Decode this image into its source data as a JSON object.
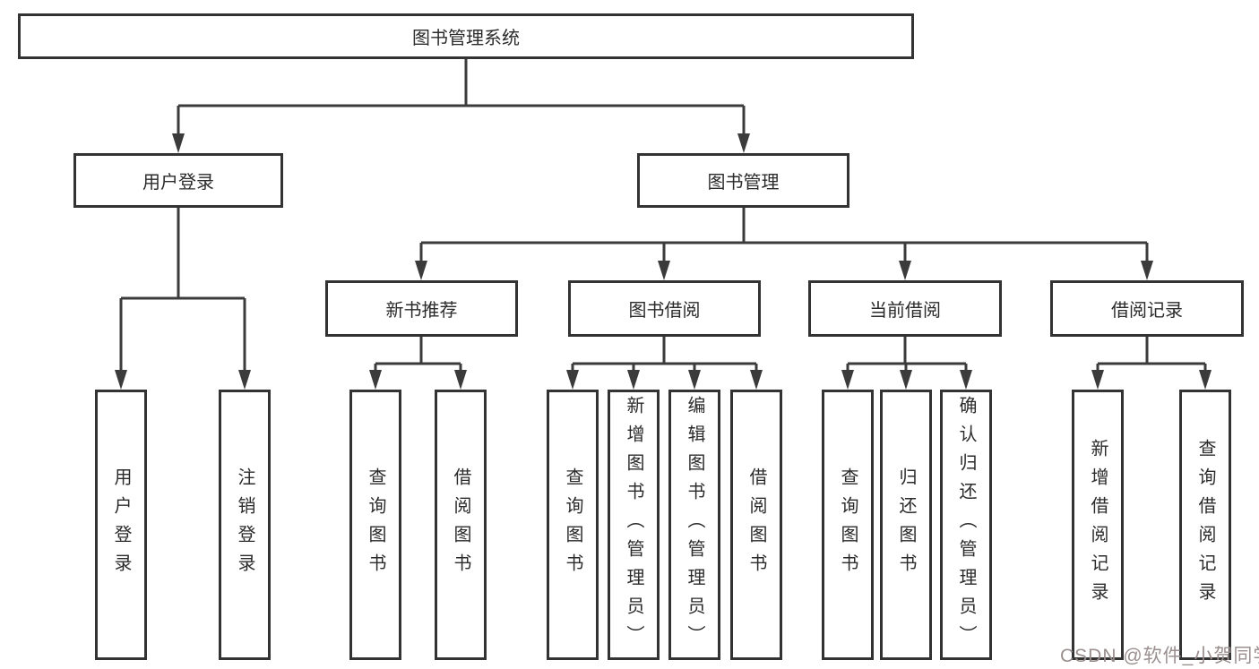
{
  "diagram": {
    "root": {
      "label": "图书管理系统"
    },
    "level1": [
      {
        "label": "用户登录"
      },
      {
        "label": "图书管理"
      }
    ],
    "level2": [
      {
        "label": "新书推荐"
      },
      {
        "label": "图书借阅"
      },
      {
        "label": "当前借阅"
      },
      {
        "label": "借阅记录"
      }
    ],
    "leaves": {
      "user_login": [
        "用户登录",
        "注销登录"
      ],
      "new_book": [
        "查询图书",
        "借阅图书"
      ],
      "book_borrow": [
        "查询图书",
        "新增图书（管理员）",
        "编辑图书（管理员）",
        "借阅图书"
      ],
      "current_borrow": [
        "查询图书",
        "归还图书",
        "确认归还（管理员）"
      ],
      "borrow_records": [
        "新增借阅记录",
        "查询借阅记录"
      ]
    }
  },
  "watermark": {
    "text": "CSDN @软件_小贺同学",
    "color": "#9b8f8f"
  },
  "colors": {
    "line": "#3b3b3b",
    "border": "#333333",
    "background": "#ffffff",
    "text": "#2b2b2b"
  }
}
